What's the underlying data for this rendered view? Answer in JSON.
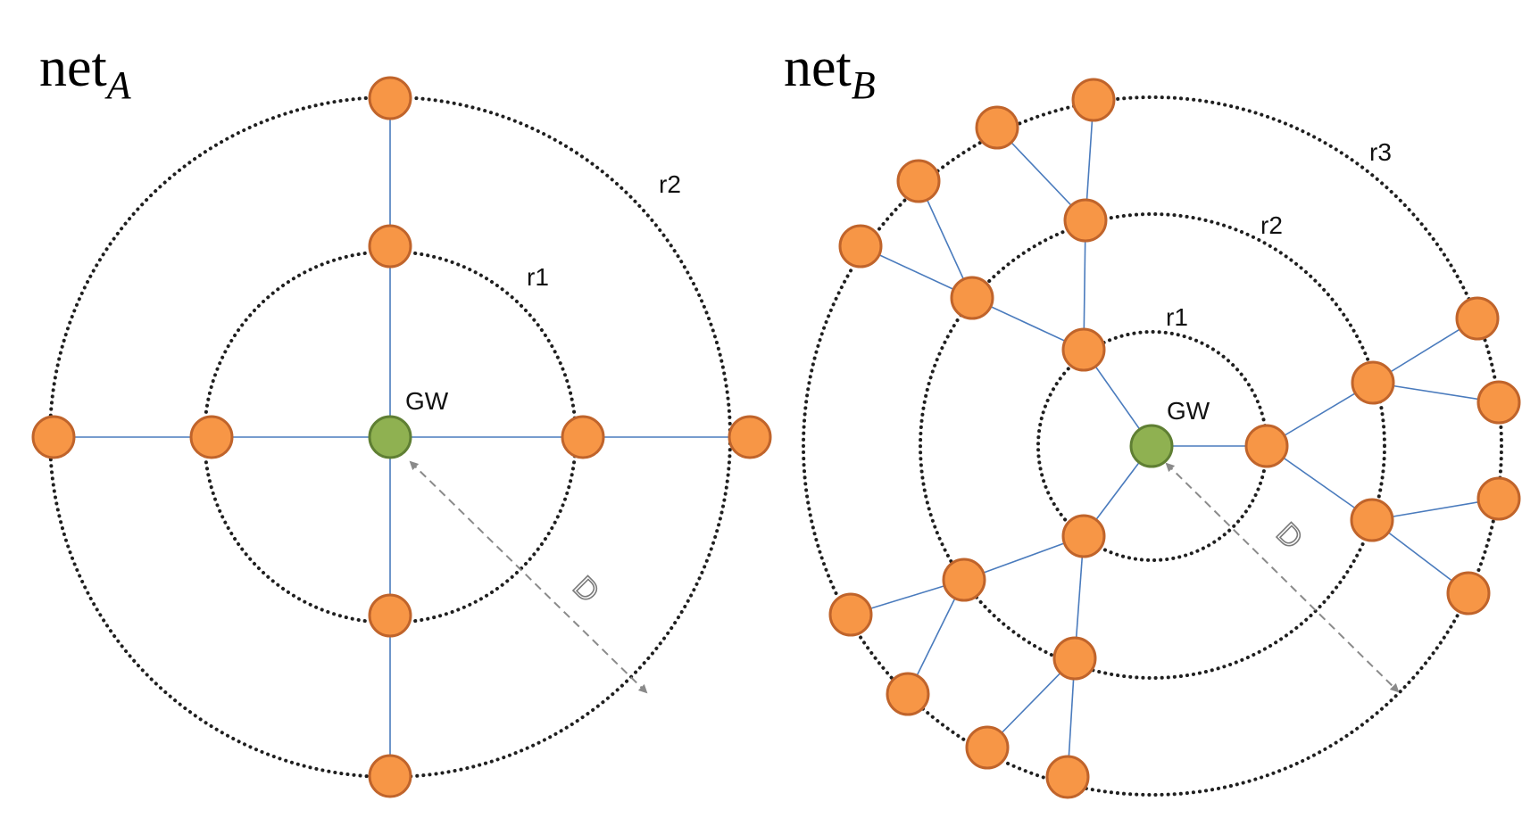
{
  "diagrams": [
    {
      "title_main": "net",
      "title_sub": "A",
      "gateway_label": "GW",
      "distance_label": "D",
      "ring_labels": [
        "r1",
        "r2"
      ]
    },
    {
      "title_main": "net",
      "title_sub": "B",
      "gateway_label": "GW",
      "distance_label": "D",
      "ring_labels": [
        "r1",
        "r2",
        "r3"
      ]
    }
  ],
  "colors": {
    "node_fill": "#f79646",
    "node_stroke": "#c0642b",
    "gateway_fill": "#8fb151",
    "gateway_stroke": "#5f7f33",
    "link": "#4a7bbd",
    "ring": "#1f1f1f",
    "distance_arrow": "#8a8a8a"
  }
}
